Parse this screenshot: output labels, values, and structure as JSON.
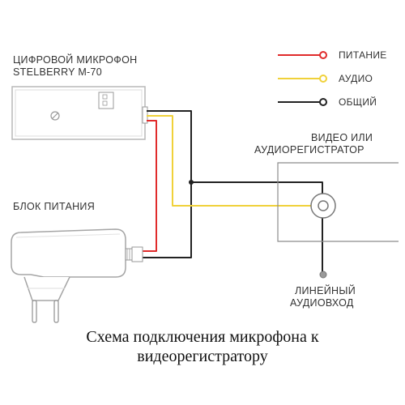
{
  "legend": {
    "items": [
      {
        "label": "ПИТАНИЕ",
        "color": "#e02b2b"
      },
      {
        "label": "АУДИО",
        "color": "#f0d13a"
      },
      {
        "label": "ОБЩИЙ",
        "color": "#222222"
      }
    ]
  },
  "microphone": {
    "label_line1": "ЦИФРОВОЙ МИКРОФОН",
    "label_line2": "STELBERRY M-70"
  },
  "power_supply": {
    "label": "БЛОК ПИТАНИЯ"
  },
  "recorder": {
    "label_line1": "ВИДЕО ИЛИ",
    "label_line2": "АУДИОРЕГИСТРАТОР"
  },
  "line_input": {
    "label_line1": "ЛИНЕЙНЫЙ",
    "label_line2": "АУДИОВХОД"
  },
  "caption": {
    "line1": "Схема подключения микрофона к",
    "line2": "видеорегистратору"
  }
}
